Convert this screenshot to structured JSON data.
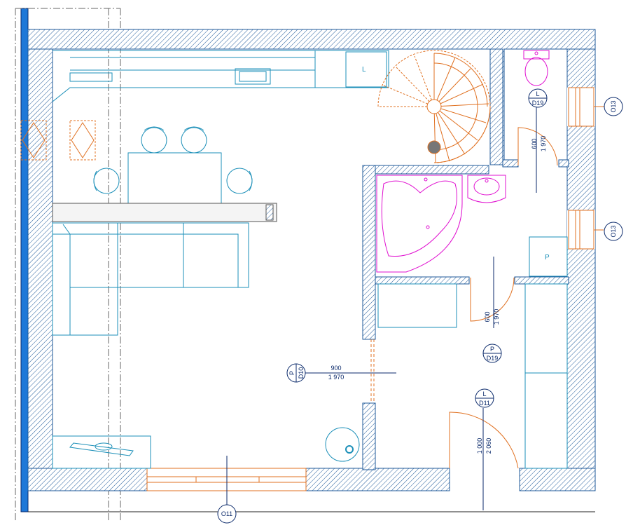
{
  "tags": {
    "window_right_top": "O13",
    "window_right_mid": "O13",
    "window_bottom": "O11",
    "door_wc": {
      "top": "L",
      "bottom": "D19"
    },
    "door_bath": {
      "top": "P",
      "bottom": "D19"
    },
    "door_hall": {
      "top": "L",
      "bottom": "D11"
    },
    "door_living": {
      "top": "P",
      "bottom": "D10"
    }
  },
  "dimensions": {
    "wc_door": {
      "width": "600",
      "height": "1 970"
    },
    "bath_door": {
      "width": "600",
      "height": "1 970"
    },
    "living_door": {
      "width": "900",
      "height": "1 970"
    },
    "hall_door": {
      "width": "1 000",
      "height": "2 060"
    }
  },
  "fixtures": {
    "kitchen_unit": "L",
    "bath_cabinet": "P",
    "wc_marker": "L"
  },
  "colors": {
    "wall_hatch": "#1f5a9a",
    "furniture": "#1b8fb8",
    "stairs": "#e07020",
    "sanitary": "#e010d0",
    "annotation": "#0b2a6b",
    "blue_edge": "#1e78d8"
  }
}
